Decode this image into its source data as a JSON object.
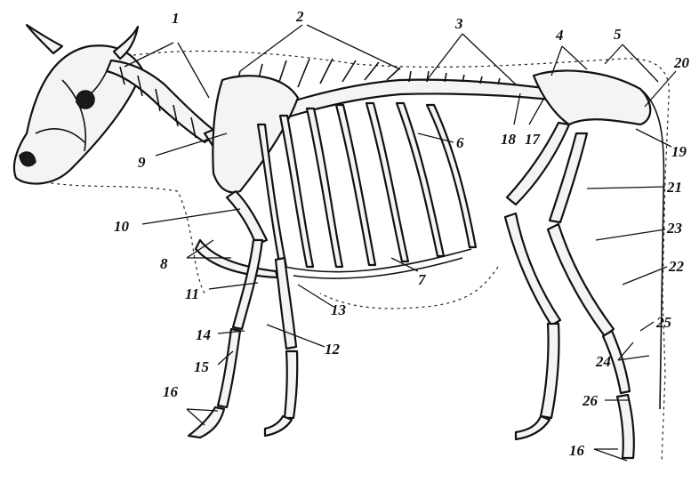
{
  "labels": [
    {
      "id": "1",
      "text": "1"
    },
    {
      "id": "2",
      "text": "2"
    },
    {
      "id": "3",
      "text": "3"
    },
    {
      "id": "4",
      "text": "4"
    },
    {
      "id": "5",
      "text": "5"
    },
    {
      "id": "6",
      "text": "6"
    },
    {
      "id": "7",
      "text": "7"
    },
    {
      "id": "8",
      "text": "8"
    },
    {
      "id": "9",
      "text": "9"
    },
    {
      "id": "10",
      "text": "10"
    },
    {
      "id": "11",
      "text": "11"
    },
    {
      "id": "12",
      "text": "12"
    },
    {
      "id": "13",
      "text": "13"
    },
    {
      "id": "14",
      "text": "14"
    },
    {
      "id": "15",
      "text": "15"
    },
    {
      "id": "16a",
      "text": "16"
    },
    {
      "id": "16b",
      "text": "16"
    },
    {
      "id": "17",
      "text": "17"
    },
    {
      "id": "18",
      "text": "18"
    },
    {
      "id": "19",
      "text": "19"
    },
    {
      "id": "20",
      "text": "20"
    },
    {
      "id": "21",
      "text": "21"
    },
    {
      "id": "22",
      "text": "22"
    },
    {
      "id": "23",
      "text": "23"
    },
    {
      "id": "24",
      "text": "24"
    },
    {
      "id": "25",
      "text": "25"
    },
    {
      "id": "26",
      "text": "26"
    }
  ]
}
